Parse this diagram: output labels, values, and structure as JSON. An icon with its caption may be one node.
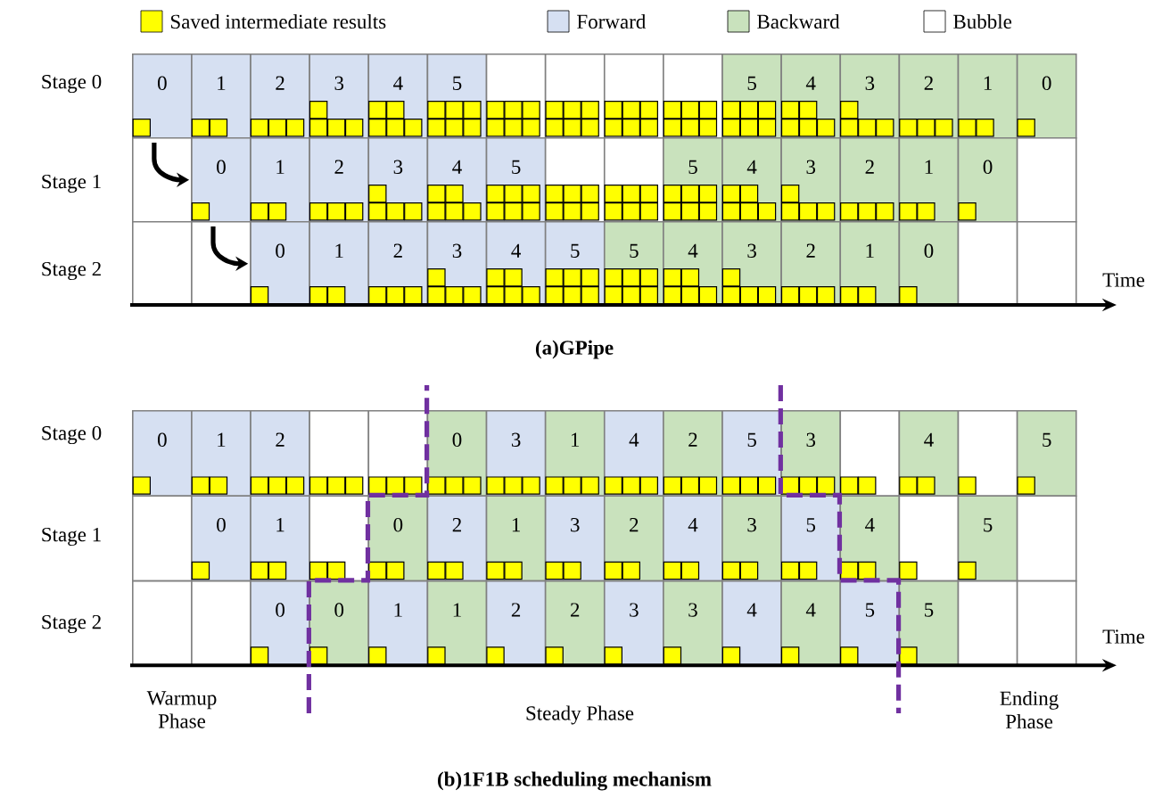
{
  "diagram": {
    "nodes": [
      {
        "text": [
          "0"
        ]
      },
      {
        "text": [
          "1"
        ]
      },
      {
        "text": [
          "2"
        ]
      },
      {
        "text": [
          "3"
        ]
      },
      {
        "text": [
          "4"
        ]
      },
      {
        "text": [
          "5"
        ]
      },
      {
        "text": [],
        "shape": "box"
      },
      {
        "text": [],
        "shape": "box"
      },
      {
        "text": [],
        "shape": "box"
      },
      {
        "text": [],
        "shape": "box"
      },
      {
        "text": [
          "5"
        ]
      },
      {
        "text": [
          "4"
        ]
      },
      {
        "text": [
          "3"
        ]
      },
      {
        "text": [
          "2"
        ]
      },
      {
        "text": [
          "1"
        ]
      },
      {
        "text": [
          "0"
        ]
      },
      {
        "text": [],
        "shape": "box"
      },
      {
        "text": [
          "0"
        ]
      },
      {
        "text": [
          "1"
        ]
      },
      {
        "text": [
          "2"
        ]
      },
      {
        "text": [
          "3"
        ]
      },
      {
        "text": [
          "4"
        ]
      },
      {
        "text": [
          "5"
        ]
      },
      {
        "text": [],
        "shape": "box"
      },
      {
        "text": [],
        "shape": "box"
      },
      {
        "text": [
          "5"
        ]
      },
      {
        "text": [
          "4"
        ]
      },
      {
        "text": [
          "3"
        ]
      },
      {
        "text": [
          "2"
        ]
      },
      {
        "text": [
          "1"
        ]
      },
      {
        "text": [
          "0"
        ]
      },
      {
        "text": [],
        "shape": "box"
      },
      {
        "text": [],
        "shape": "box"
      },
      {
        "text": [],
        "shape": "box"
      },
      {
        "text": [
          "0"
        ]
      },
      {
        "text": [
          "1"
        ]
      },
      {
        "text": [
          "2"
        ]
      },
      {
        "text": [
          "3"
        ]
      },
      {
        "text": [
          "4"
        ]
      },
      {
        "text": [
          "5"
        ]
      },
      {
        "text": [
          "5"
        ]
      },
      {
        "text": [
          "4"
        ]
      },
      {
        "text": [
          "3"
        ]
      },
      {
        "text": [
          "2"
        ]
      },
      {
        "text": [
          "1"
        ]
      },
      {
        "text": [
          "0"
        ]
      },
      {
        "text": [],
        "shape": "box"
      },
      {
        "text": [],
        "shape": "box"
      },
      {
        "text": [
          "0"
        ]
      },
      {
        "text": [
          "1"
        ]
      },
      {
        "text": [
          "2"
        ]
      },
      {
        "text": [],
        "shape": "box"
      },
      {
        "text": [],
        "shape": "box"
      },
      {
        "text": [
          "0"
        ]
      },
      {
        "text": [
          "3"
        ]
      },
      {
        "text": [
          "1"
        ]
      },
      {
        "text": [
          "4"
        ]
      },
      {
        "text": [
          "2"
        ]
      },
      {
        "text": [
          "5"
        ]
      },
      {
        "text": [
          "3"
        ]
      },
      {
        "text": [],
        "shape": "box"
      },
      {
        "text": [
          "4"
        ]
      },
      {
        "text": [],
        "shape": "box"
      },
      {
        "text": [
          "5"
        ]
      },
      {
        "text": [],
        "shape": "box"
      },
      {
        "text": [
          "0"
        ]
      },
      {
        "text": [
          "1"
        ]
      },
      {
        "text": [],
        "shape": "box"
      },
      {
        "text": [
          "0"
        ]
      },
      {
        "text": [
          "2"
        ]
      },
      {
        "text": [
          "1"
        ]
      },
      {
        "text": [
          "3"
        ]
      },
      {
        "text": [
          "2"
        ]
      },
      {
        "text": [
          "4"
        ]
      },
      {
        "text": [
          "3"
        ]
      },
      {
        "text": [
          "5"
        ]
      },
      {
        "text": [
          "4"
        ]
      },
      {
        "text": [],
        "shape": "box"
      },
      {
        "text": [
          "5"
        ]
      },
      {
        "text": [],
        "shape": "box"
      },
      {
        "text": [],
        "shape": "box"
      },
      {
        "text": [],
        "shape": "box"
      },
      {
        "text": [
          "0"
        ]
      },
      {
        "text": [
          "0"
        ]
      },
      {
        "text": [
          "1"
        ]
      },
      {
        "text": [
          "1"
        ]
      },
      {
        "text": [
          "2"
        ]
      },
      {
        "text": [
          "2"
        ]
      },
      {
        "text": [
          "3"
        ]
      },
      {
        "text": [
          "3"
        ]
      },
      {
        "text": [
          "4"
        ]
      },
      {
        "text": [
          "4"
        ]
      },
      {
        "text": [
          "5"
        ]
      },
      {
        "text": [
          "5"
        ]
      },
      {
        "text": [],
        "shape": "box"
      },
      {
        "text": [],
        "shape": "box"
      }
    ],
    "edges": [
      {
        "from": 16,
        "to": 17,
        "arrow": "to"
      },
      {
        "from": 33,
        "to": 34,
        "arrow": "to"
      }
    ],
    "labels": [
      "Stage 0",
      "Stage 1",
      "Stage 2",
      "Time",
      "(a)GPipe",
      "Stage 0",
      "Stage 1",
      "Stage 2",
      "Time",
      "Warmup Phase",
      "Steady Phase",
      "Ending Phase",
      "(b)1F1B scheduling mechanism"
    ],
    "legend": [
      {
        "text": "Saved intermediate results",
        "color": "#ffff00"
      },
      {
        "text": "Forward",
        "color": "#d6e0f2"
      },
      {
        "text": "Backward",
        "color": "#c9e2bd"
      },
      {
        "text": "Bubble"
      }
    ]
  }
}
